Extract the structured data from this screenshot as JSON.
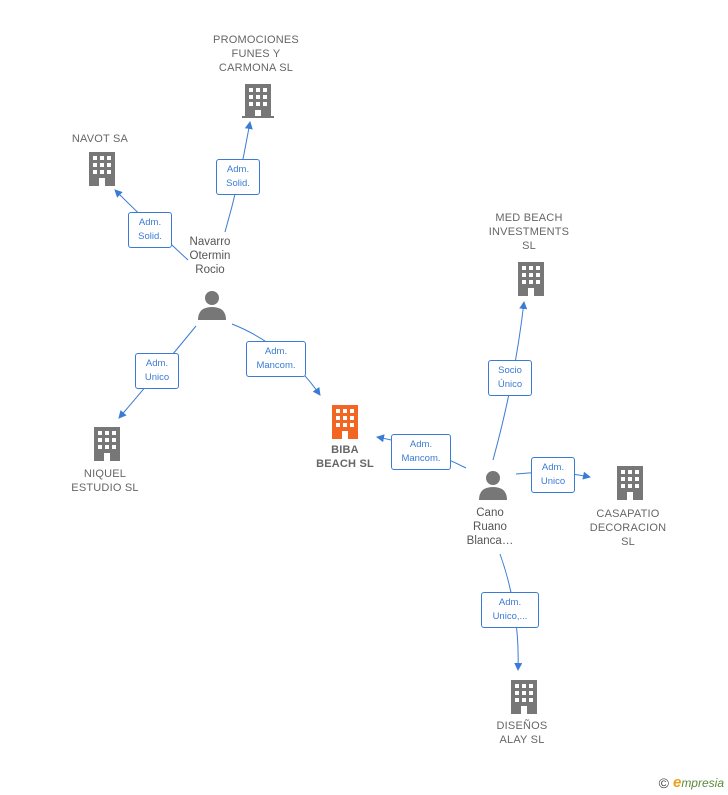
{
  "colors": {
    "accent": "#3a7bd5",
    "company": "#777777",
    "highlight": "#f26522",
    "person": "#777777"
  },
  "nodes": {
    "promociones": {
      "label": "PROMOCIONES\nFUNES Y\nCARMONA  SL",
      "icon": "building-icon"
    },
    "navot": {
      "label": "NAVOT SA",
      "icon": "building-icon"
    },
    "navarro": {
      "label": "Navarro\nOtermin\nRocio",
      "icon": "person-icon"
    },
    "niquel": {
      "label": "NIQUEL\nESTUDIO  SL",
      "icon": "building-icon"
    },
    "biba": {
      "label": "BIBA\nBEACH  SL",
      "icon": "building-icon"
    },
    "medbeach": {
      "label": "MED BEACH\nINVESTMENTS\nSL",
      "icon": "building-icon"
    },
    "cano": {
      "label": "Cano\nRuano\nBlanca…",
      "icon": "person-icon"
    },
    "casapatio": {
      "label": "CASAPATIO\nDECORACION\nSL",
      "icon": "building-icon"
    },
    "disenos": {
      "label": "DISEÑOS\nALAY  SL",
      "icon": "building-icon"
    }
  },
  "edges": {
    "navarro_promociones": "Adm.\nSolid.",
    "navarro_navot": "Adm.\nSolid.",
    "navarro_niquel": "Adm.\nUnico",
    "navarro_biba": "Adm.\nMancom.",
    "cano_biba": "Adm.\nMancom.",
    "cano_medbeach": "Socio\nÚnico",
    "cano_casapatio": "Adm.\nUnico",
    "cano_disenos": "Adm.\nUnico,..."
  },
  "footer": {
    "copyright": "©",
    "brand_first": "e",
    "brand_rest": "mpresia"
  }
}
